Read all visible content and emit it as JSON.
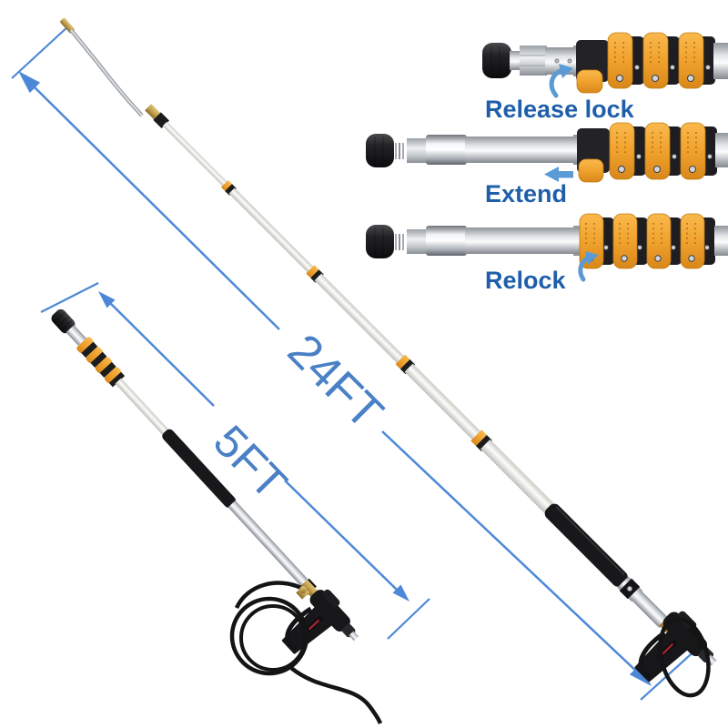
{
  "product_diagram": {
    "description": "telescoping pressure washer wand",
    "dimensions": {
      "extended": "24FT",
      "collapsed": "5FT"
    },
    "steps": [
      {
        "label": "Release lock",
        "icon": "rotate-counterclockwise-arrow-icon"
      },
      {
        "label": "Extend",
        "icon": "arrow-left-icon"
      },
      {
        "label": "Relock",
        "icon": "rotate-clockwise-arrow-icon"
      }
    ],
    "colors": {
      "annotation_line_blue": "#4d88d8",
      "inset_arrow_blue": "#5b9bd5",
      "step_label_blue": "#1f5fa9",
      "dimension_text_blue": "#4a80c6",
      "clamp_orange": "#f0a22d",
      "pole_silver": "#d7dadd",
      "grip_black": "#18181a",
      "brass": "#b9963f"
    }
  }
}
